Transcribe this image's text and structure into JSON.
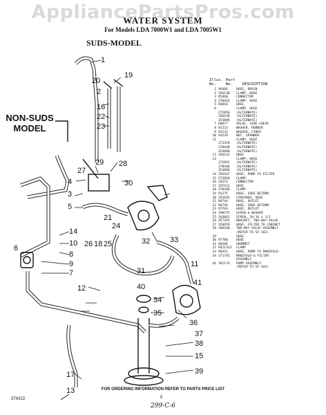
{
  "watermark": "AppliancePartsPros.com",
  "title": "WATER SYSTEM",
  "subtitle": "For Models LDA 7000W1 and LDA 7005W1",
  "suds_label": "SUDS-MODEL",
  "non_suds_label": [
    "NON-SUDS",
    "MODEL"
  ],
  "callouts": [
    {
      "id": "1",
      "label": "1"
    },
    {
      "id": "19",
      "label": "19"
    },
    {
      "id": "20",
      "label": "20"
    },
    {
      "id": "2",
      "label": "2"
    },
    {
      "id": "16",
      "label": "16"
    },
    {
      "id": "22",
      "label": "22"
    },
    {
      "id": "23",
      "label": "23"
    },
    {
      "id": "29",
      "label": "29"
    },
    {
      "id": "27",
      "label": "27"
    },
    {
      "id": "28",
      "label": "28"
    },
    {
      "id": "30",
      "label": "30"
    },
    {
      "id": "4",
      "label": "4"
    },
    {
      "id": "3",
      "label": "3"
    },
    {
      "id": "5",
      "label": "5"
    },
    {
      "id": "14",
      "label": "14"
    },
    {
      "id": "10",
      "label": "10"
    },
    {
      "id": "8",
      "label": "8"
    },
    {
      "id": "9",
      "label": "9"
    },
    {
      "id": "7",
      "label": "7"
    },
    {
      "id": "6",
      "label": "6"
    },
    {
      "id": "26",
      "label": "26"
    },
    {
      "id": "18",
      "label": "18"
    },
    {
      "id": "25",
      "label": "25"
    },
    {
      "id": "21",
      "label": "21"
    },
    {
      "id": "24",
      "label": "24"
    },
    {
      "id": "32",
      "label": "32"
    },
    {
      "id": "33",
      "label": "33"
    },
    {
      "id": "31",
      "label": "31"
    },
    {
      "id": "11",
      "label": "11"
    },
    {
      "id": "12",
      "label": "12"
    },
    {
      "id": "41",
      "label": "41"
    },
    {
      "id": "40",
      "label": "40"
    },
    {
      "id": "34",
      "label": "34"
    },
    {
      "id": "35",
      "label": "35"
    },
    {
      "id": "36",
      "label": "36"
    },
    {
      "id": "37",
      "label": "37"
    },
    {
      "id": "38",
      "label": "38"
    },
    {
      "id": "15",
      "label": "15"
    },
    {
      "id": "39",
      "label": "39"
    },
    {
      "id": "17",
      "label": "17"
    },
    {
      "id": "13",
      "label": "13"
    }
  ],
  "legend": {
    "header": {
      "illus": "Illus.",
      "no": "No.",
      "part": "Part",
      "part_no": "No.",
      "description": "DESCRIPTION"
    },
    "rows": [
      {
        "n": "1",
        "p": "96466",
        "d": "HOSE, DRAIN"
      },
      {
        "n": "2",
        "p": "356138",
        "d": "CLAMP, HOSE"
      },
      {
        "n": "3",
        "p": "95460",
        "d": "CONNECTOR"
      },
      {
        "n": "4",
        "p": "370445",
        "d": "CLAMP, HOSE"
      },
      {
        "n": "5",
        "p": "94816",
        "d": "HOSE"
      },
      {
        "n": "6",
        "p": "",
        "d": "CLAMP, HOSE"
      },
      {
        "n": "",
        "p": "272856",
        "d": "(ALTERNATE)"
      },
      {
        "n": "",
        "p": "356138",
        "d": "(ALTERNATE)"
      },
      {
        "n": "",
        "p": "353096",
        "d": "(ALTERNATE)"
      },
      {
        "n": "7",
        "p": "69677",
        "d": "VALVE, SIDE CHECK"
      },
      {
        "n": "8",
        "p": "92233",
        "d": "WASHER, RUBBER"
      },
      {
        "n": "9",
        "p": "92232",
        "d": "WASHER, FIBER"
      },
      {
        "n": "10",
        "p": "93229",
        "d": "NUT, SPANNER"
      },
      {
        "n": "11",
        "p": "",
        "d": "CLAMP, HOSE"
      },
      {
        "n": "",
        "p": "273359",
        "d": "(ALTERNATE)"
      },
      {
        "n": "",
        "p": "370448",
        "d": "(ALTERNATE)"
      },
      {
        "n": "",
        "p": "353098",
        "d": "(ALTERNATE)"
      },
      {
        "n": "12",
        "p": "356152",
        "d": "HOSE"
      },
      {
        "n": "13",
        "p": "",
        "d": "CLAMP, HOSE"
      },
      {
        "n": "",
        "p": "272852",
        "d": "(ALTERNATE)"
      },
      {
        "n": "",
        "p": "370446",
        "d": "(ALTERNATE)"
      },
      {
        "n": "",
        "p": "353094",
        "d": "(ALTERNATE)"
      },
      {
        "n": "14",
        "p": "356167",
        "d": "HOSE, PUMP TO FILTER"
      },
      {
        "n": "15",
        "p": "272856",
        "d": "CLAMP"
      },
      {
        "n": "16",
        "p": "26372",
        "d": "CONNECTOR"
      },
      {
        "n": "17",
        "p": "355151",
        "d": "HOSE"
      },
      {
        "n": "18",
        "p": "370446",
        "d": "CLAMP"
      },
      {
        "n": "19",
        "p": "91275",
        "d": "HOSE, SUDS RETURN"
      },
      {
        "n": "20",
        "p": "353835",
        "d": "STRAINER, HOSE"
      },
      {
        "n": "21",
        "p": "96744",
        "d": "HOSE, OUTLET"
      },
      {
        "n": "22",
        "p": "96746",
        "d": "HOSE, SUDS RETURN"
      },
      {
        "n": "23",
        "p": "97764",
        "d": "HOSE, OUTLET"
      },
      {
        "n": "24",
        "p": "190575",
        "d": "SCREW & WASHER"
      },
      {
        "n": "25",
        "p": "343062",
        "d": "SCREW, 10-16 x 1/2"
      },
      {
        "n": "26",
        "p": "357191",
        "d": "BRACKET, TWO-WAY VALVE"
      },
      {
        "n": "27",
        "p": "356659",
        "d": "HOSE, FILTER TO CABINET"
      },
      {
        "n": "28",
        "p": "368168",
        "d": "TWO-WAY VALVE ASSEMBLY"
      },
      {
        "n": "",
        "p": "",
        "d": "(REFER TO SF-342)"
      },
      {
        "n": "29",
        "p": "",
        "d": "HOSE"
      },
      {
        "n": "30",
        "p": "97786",
        "d": "HOSE"
      },
      {
        "n": "31",
        "p": "96586",
        "d": "GROMMET"
      },
      {
        "n": "32",
        "p": "9421323",
        "d": "CLAMP"
      },
      {
        "n": "33",
        "p": "96351",
        "d": "HOSE, PUMP TO MANIFOLD"
      },
      {
        "n": "34",
        "p": "371745",
        "d": "MANIFOLD & FILTER"
      },
      {
        "n": "",
        "p": "",
        "d": "ASSEMBLY"
      },
      {
        "n": "41",
        "p": "362174",
        "d": "PUMP ASSEMBLY"
      },
      {
        "n": "",
        "p": "",
        "d": "(REFER TO SF-342)"
      }
    ]
  },
  "footer": "FOR ORDERING INFORMATION REFER TO PARTS PRICE LIST",
  "doc_code": "374313",
  "page_number": "5",
  "handwritten_note": "299-C-6"
}
